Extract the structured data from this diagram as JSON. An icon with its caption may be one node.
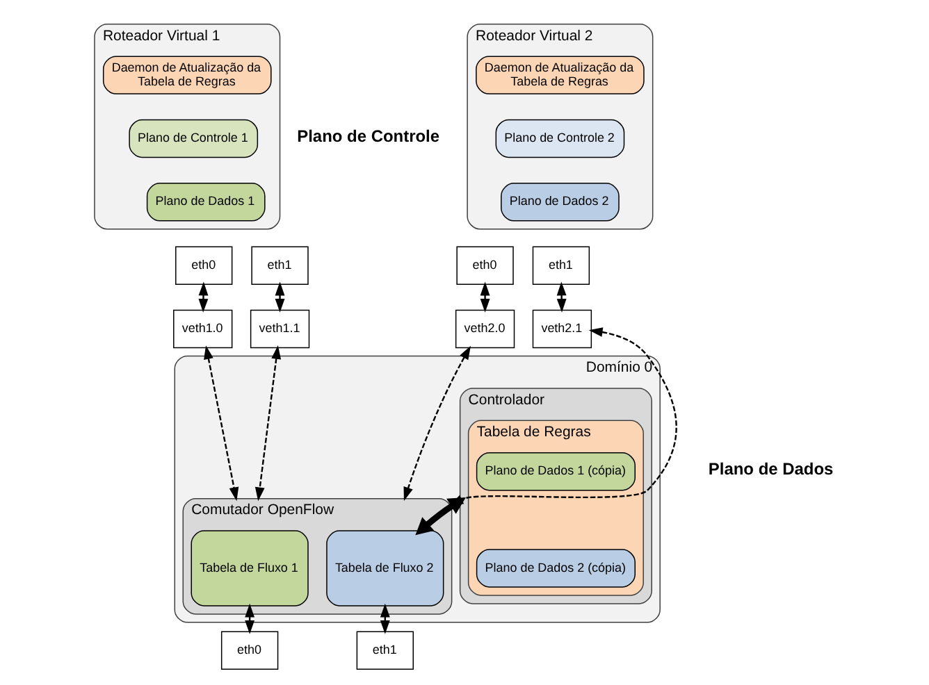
{
  "diagram": {
    "nodes": [
      {
        "text": [
          "Roteador Virtual 1"
        ]
      },
      {
        "text": [
          "Daemon de Atualização da Tabela de Regras"
        ],
        "in": 0
      },
      {
        "text": [
          "Plano de Controle 1"
        ],
        "in": 0
      },
      {
        "text": [
          "Plano de Dados 1"
        ],
        "in": 0
      },
      {
        "text": [
          "eth0"
        ]
      },
      {
        "text": [
          "eth1"
        ]
      },
      {
        "text": [
          "Roteador Virtual 2"
        ]
      },
      {
        "text": [
          "Daemon de Atualização da Tabela de Regras"
        ],
        "in": 6
      },
      {
        "text": [
          "Plano de Controle 2"
        ],
        "in": 6
      },
      {
        "text": [
          "Plano de Dados 2"
        ],
        "in": 6
      },
      {
        "text": [
          "eth0"
        ]
      },
      {
        "text": [
          "eth1"
        ]
      },
      {
        "text": [
          "veth1.0"
        ]
      },
      {
        "text": [
          "veth1.1"
        ]
      },
      {
        "text": [
          "veth2.0"
        ]
      },
      {
        "text": [
          "veth2.1"
        ]
      },
      {
        "text": [
          "Domínio 0"
        ]
      },
      {
        "text": [
          "Comutador OpenFlow"
        ],
        "in": 16
      },
      {
        "text": [
          "Tabela de Fluxo 1"
        ],
        "in": 17
      },
      {
        "text": [
          "Tabela de Fluxo 2"
        ],
        "in": 17
      },
      {
        "text": [
          "Controlador"
        ],
        "in": 16
      },
      {
        "text": [
          "Tabela de Regras"
        ],
        "in": 20
      },
      {
        "text": [
          "Plano de Dados 1 (cópia)"
        ],
        "in": 21
      },
      {
        "text": [
          "Plano de Dados 2 (cópia)"
        ],
        "in": 21
      },
      {
        "text": [
          "eth0"
        ]
      },
      {
        "text": [
          "eth1"
        ]
      }
    ],
    "edges": [
      {
        "from": 4,
        "to": 12,
        "arrow": "both",
        "style": "dashed"
      },
      {
        "from": 5,
        "to": 13,
        "arrow": "both",
        "style": "dashed"
      },
      {
        "from": 10,
        "to": 14,
        "arrow": "both",
        "style": "dashed"
      },
      {
        "from": 11,
        "to": 15,
        "arrow": "both",
        "style": "dashed"
      },
      {
        "from": 12,
        "to": 17,
        "arrow": "both",
        "style": "dashed"
      },
      {
        "from": 13,
        "to": 17,
        "arrow": "both",
        "style": "dashed"
      },
      {
        "from": 14,
        "to": 17,
        "arrow": "both",
        "style": "dashed"
      },
      {
        "from": 15,
        "to": 17,
        "arrow": "both",
        "style": "dashed"
      },
      {
        "from": 19,
        "to": 20,
        "arrow": "both",
        "style": "thick"
      },
      {
        "from": 24,
        "to": 18,
        "arrow": "both"
      },
      {
        "from": 25,
        "to": 19,
        "arrow": "both"
      }
    ],
    "labels": [
      "Plano de Controle",
      "Plano de Dados"
    ]
  }
}
